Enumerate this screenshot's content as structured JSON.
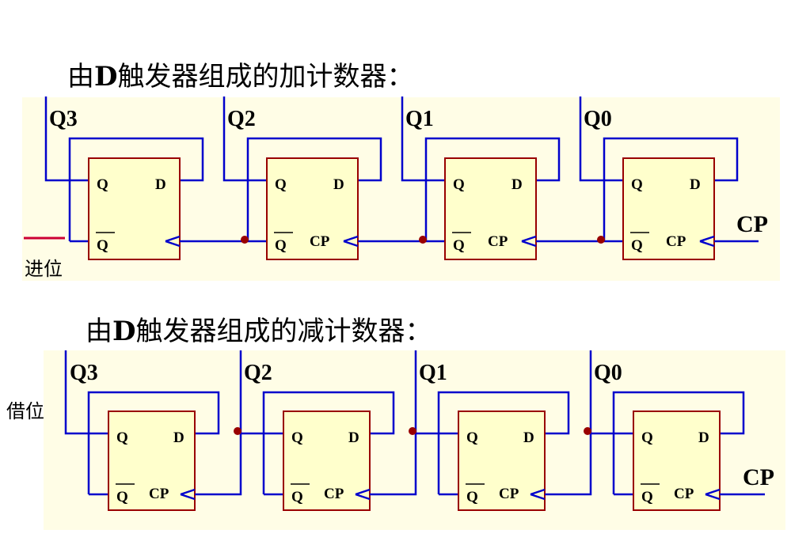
{
  "upper": {
    "title_prefix": "由",
    "title_bold": "D",
    "title_suffix": "触发器组成的加计数器：",
    "q_labels": [
      "Q3",
      "Q2",
      "Q1",
      "Q0"
    ],
    "clock_label": "CP",
    "carry_label": "进位",
    "pins": {
      "q": "Q",
      "qbar": "Q",
      "d": "D",
      "cp": "CP"
    }
  },
  "lower": {
    "title_prefix": "由",
    "title_bold": "D",
    "title_suffix": "触发器组成的减计数器：",
    "q_labels": [
      "Q3",
      "Q2",
      "Q1",
      "Q0"
    ],
    "clock_label": "CP",
    "borrow_label": "借位",
    "pins": {
      "q": "Q",
      "qbar": "Q",
      "d": "D",
      "cp": "CP"
    }
  },
  "colors": {
    "panel_bg": "#fffde6",
    "wire": "#0000cc",
    "flipflop_fill": "#ffffcc",
    "flipflop_border": "#990000",
    "carry_line": "#cc0033"
  }
}
